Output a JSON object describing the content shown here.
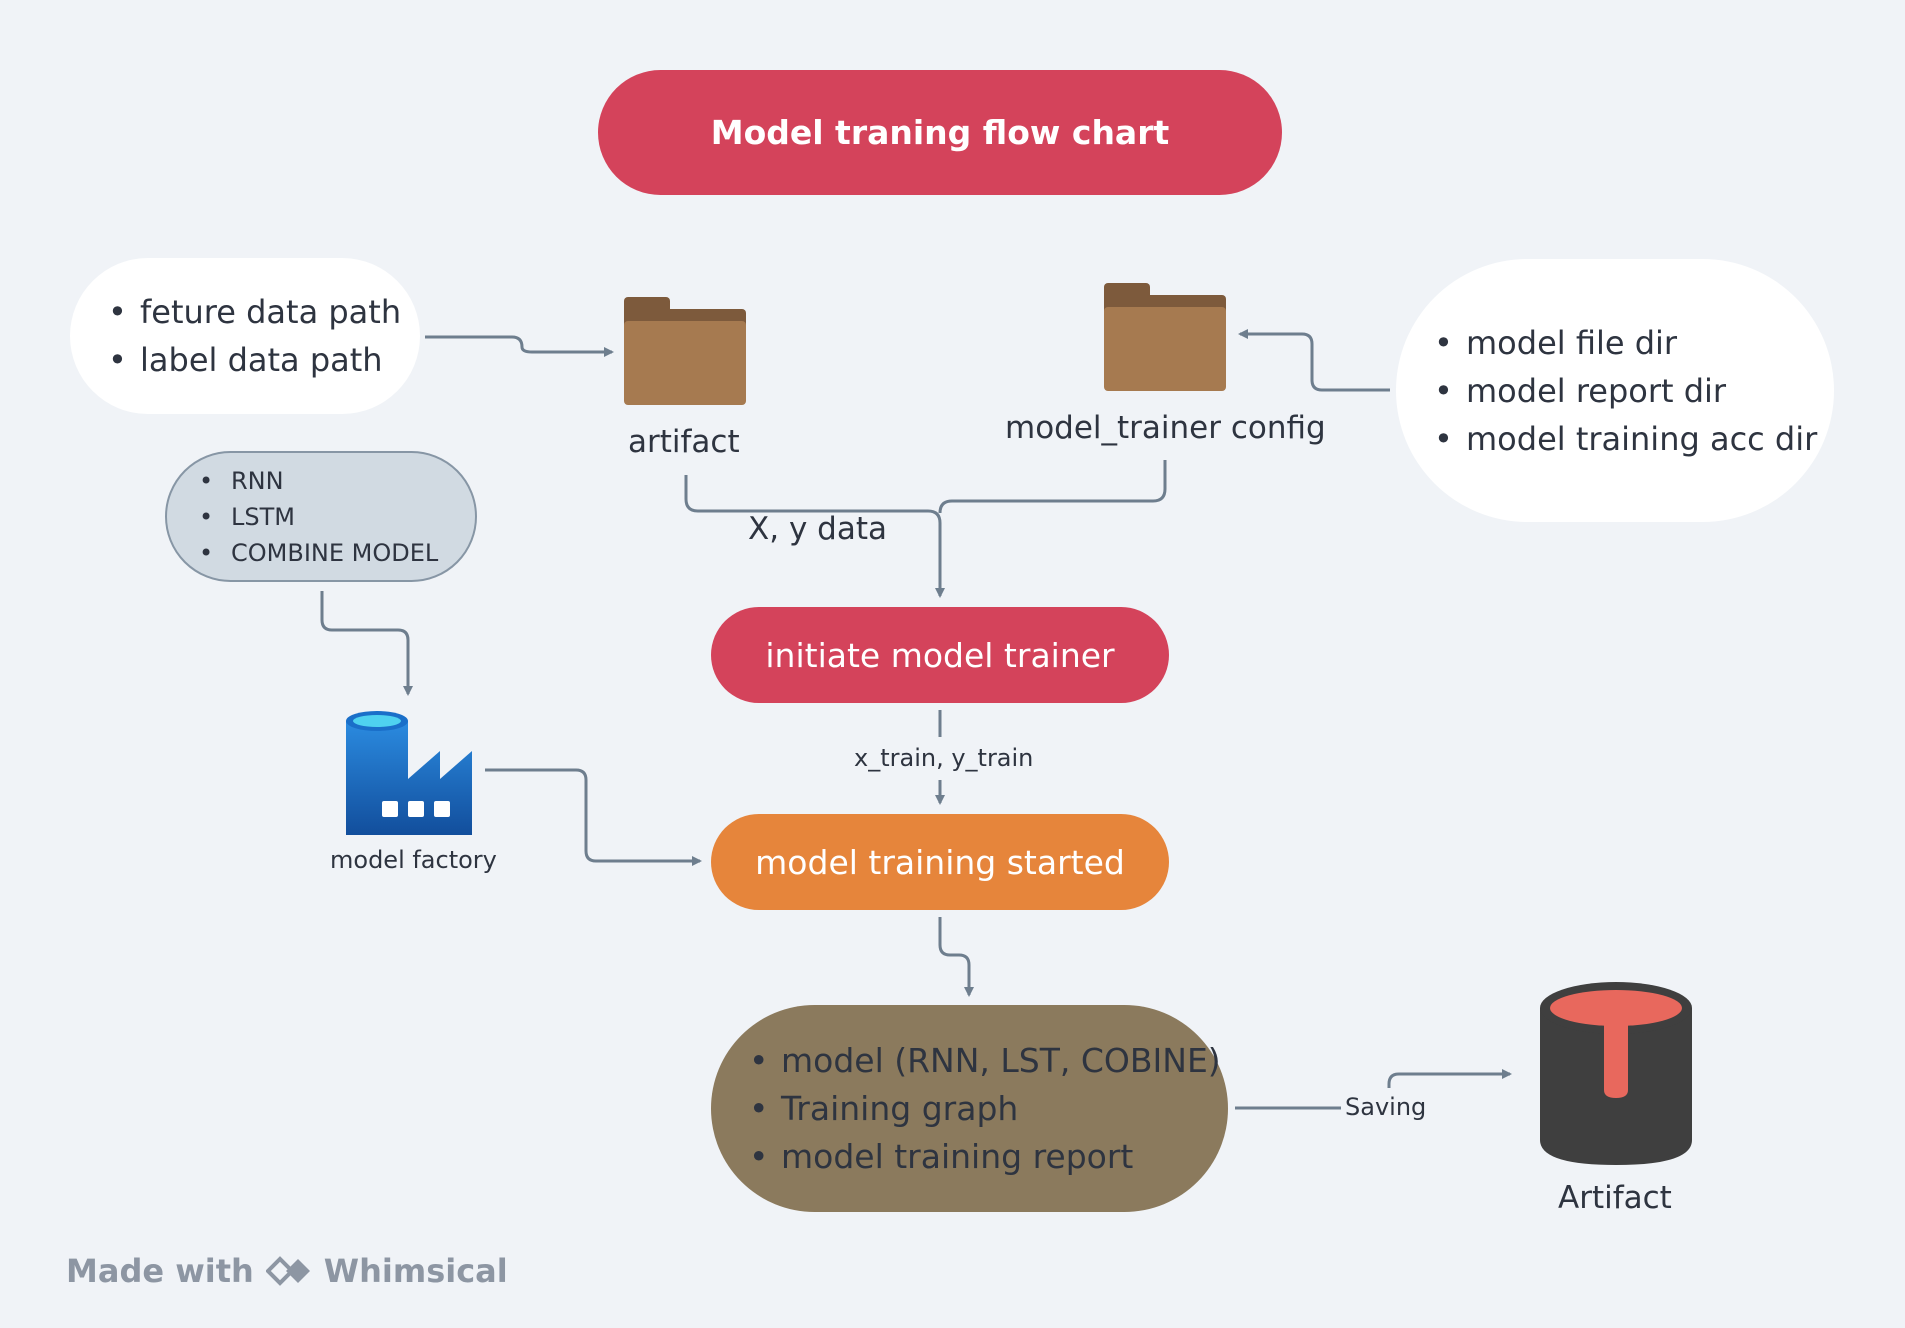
{
  "title": "Model traning flow chart",
  "input_paths": [
    "feture data path",
    "label data path"
  ],
  "artifact_folder_label": "artifact",
  "config_folder_label": "model_trainer config",
  "config_dirs": [
    "model file dir",
    "model report dir",
    "model training acc dir"
  ],
  "models": [
    "RNN",
    "LSTM",
    "COMBINE MODEL"
  ],
  "edge_xy_label": "X, y data",
  "initiate_label": "initiate model trainer",
  "edge_train_label": "x_train, y_train",
  "factory_label": "model factory",
  "training_label": "model training started",
  "outputs": [
    "model (RNN, LST, COBINE)",
    "Training graph",
    "model training report"
  ],
  "edge_saving_label": "Saving",
  "final_artifact_label": "Artifact",
  "watermark": {
    "prefix": "Made with",
    "brand": "Whimsical"
  },
  "colors": {
    "background": "#f0f3f7",
    "red_node": "#d4435b",
    "orange_node": "#e6853b",
    "brown_node": "#8b7a5d",
    "edge": "#6e7e8e",
    "factory_blue": "#1a6fc9",
    "db_dark": "#3f3f3f",
    "db_red": "#e8685d"
  },
  "icons": [
    "folder-icon",
    "factory-icon",
    "database-icon",
    "whimsical-logo-icon"
  ]
}
